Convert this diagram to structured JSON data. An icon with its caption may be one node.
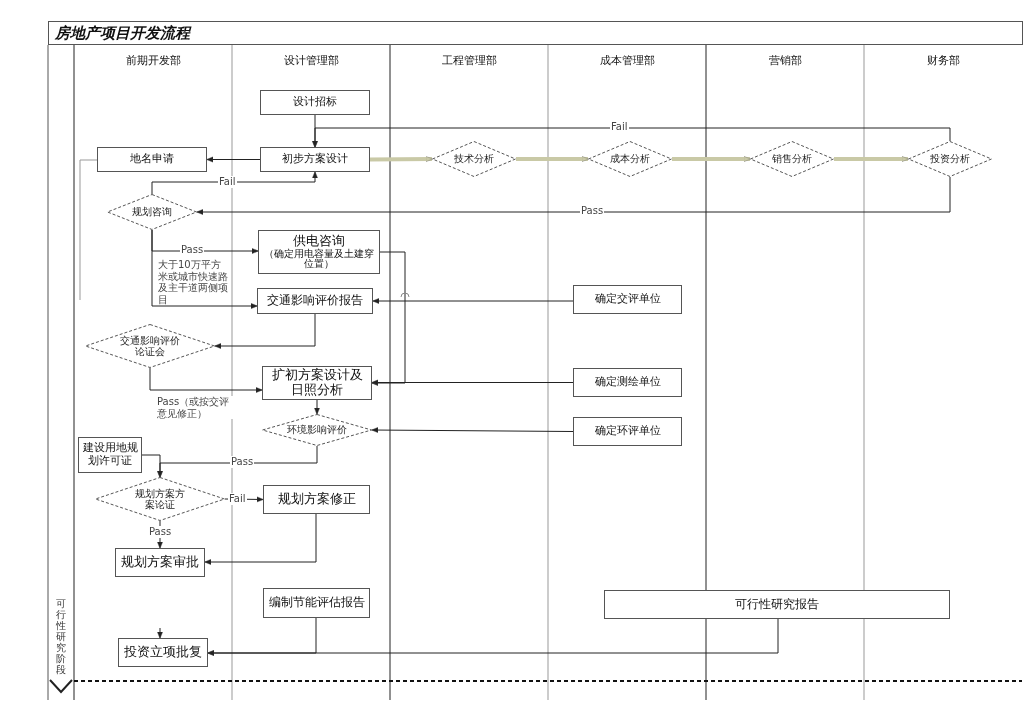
{
  "diagram": {
    "title": "房地产项目开发流程",
    "nodes": [
      {
        "text": [
          "设计招标"
        ]
      },
      {
        "text": [
          "地名申请"
        ]
      },
      {
        "text": [
          "初步方案设计"
        ]
      },
      {
        "text": [
          "技术分析"
        ]
      },
      {
        "text": [
          "成本分析"
        ]
      },
      {
        "text": [
          "销售分析"
        ]
      },
      {
        "text": [
          "投资分析"
        ]
      },
      {
        "text": [
          "规划咨询"
        ]
      },
      {
        "text": [
          "供电咨询",
          "（确定用电容量及土建穿位置）"
        ]
      },
      {
        "text": [
          "交通影响评价报告"
        ]
      },
      {
        "text": [
          "确定交评单位"
        ]
      },
      {
        "text": [
          "交通影响评价论证会"
        ]
      },
      {
        "text": [
          "扩初方案设计及日照分析"
        ]
      },
      {
        "text": [
          "确定测绘单位"
        ]
      },
      {
        "text": [
          "环境影响评价"
        ]
      },
      {
        "text": [
          "确定环评单位"
        ]
      },
      {
        "text": [
          "建设用地规划许可证"
        ]
      },
      {
        "text": [
          "规划方案方案论证"
        ]
      },
      {
        "text": [
          "规划方案修正"
        ]
      },
      {
        "text": [
          "规划方案审批"
        ]
      },
      {
        "text": [
          "编制节能评估报告"
        ]
      },
      {
        "text": [
          "可行性研究报告"
        ]
      },
      {
        "text": [
          "投资立项批复"
        ]
      }
    ],
    "edges": [
      {
        "from": 0,
        "to": 2,
        "arrow": "to"
      },
      {
        "from": 2,
        "to": 1,
        "arrow": "to"
      },
      {
        "from": 2,
        "to": 3,
        "arrow": "to",
        "style": "thick",
        "color": "#c9c9a6"
      },
      {
        "from": 3,
        "to": 4,
        "arrow": "to",
        "style": "thick",
        "color": "#c9c9a6"
      },
      {
        "from": 4,
        "to": 5,
        "arrow": "to",
        "style": "thick",
        "color": "#c9c9a6"
      },
      {
        "from": 5,
        "to": 6,
        "arrow": "to",
        "style": "thick",
        "color": "#c9c9a6"
      },
      {
        "from": 6,
        "to": 2,
        "arrow": "to",
        "label": "Fail"
      },
      {
        "from": 6,
        "to": 7,
        "arrow": "to",
        "label": "Pass"
      },
      {
        "from": 7,
        "to": 2,
        "arrow": "to",
        "label": "Fail"
      },
      {
        "from": 7,
        "to": 8,
        "arrow": "to",
        "label": "Pass"
      },
      {
        "from": 7,
        "to": 9,
        "arrow": "to",
        "label": "大于10万平方米或城市快速路及主干道两侧项目"
      },
      {
        "from": 10,
        "to": 9,
        "arrow": "to"
      },
      {
        "from": 9,
        "to": 11,
        "arrow": "to"
      },
      {
        "from": 11,
        "to": 12,
        "arrow": "to",
        "label": "Pass（或按交评意见修正）"
      },
      {
        "from": 8,
        "to": 12,
        "arrow": "to"
      },
      {
        "from": 13,
        "to": 12,
        "arrow": "to"
      },
      {
        "from": 12,
        "to": 14,
        "arrow": "to"
      },
      {
        "from": 15,
        "to": 14,
        "arrow": "to"
      },
      {
        "from": 14,
        "to": 17,
        "arrow": "to",
        "label": "Pass"
      },
      {
        "from": 16,
        "to": 17,
        "arrow": "to"
      },
      {
        "from": 17,
        "to": 18,
        "arrow": "to",
        "label": "Fail"
      },
      {
        "from": 17,
        "to": 19,
        "arrow": "to",
        "label": "Pass"
      },
      {
        "from": 18,
        "to": 19,
        "arrow": "to"
      },
      {
        "from": 20,
        "to": 22,
        "arrow": "to"
      },
      {
        "from": 21,
        "to": 22,
        "arrow": "to"
      },
      {
        "from": null,
        "to": 22,
        "arrow": "to"
      }
    ],
    "labels": [
      "前期开发部",
      "设计管理部",
      "工程管理部",
      "成本管理部",
      "营销部",
      "财务部",
      "可行性研究阶段"
    ]
  }
}
